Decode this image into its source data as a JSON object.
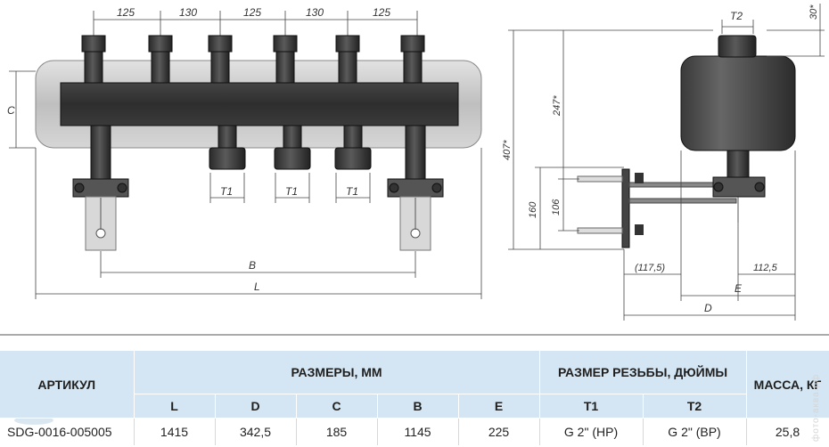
{
  "drawing": {
    "top_spacings": [
      "125",
      "130",
      "125",
      "130",
      "125"
    ],
    "front_labels": {
      "c": "C",
      "b": "B",
      "l": "L",
      "t1": "T1"
    },
    "side_labels": {
      "t2": "T2",
      "h30": "30*",
      "h247": "247*",
      "h407": "407*",
      "h160": "160",
      "h106": "106",
      "d1175": "(117,5)",
      "d1125": "112,5",
      "e": "E",
      "d": "D"
    }
  },
  "table": {
    "header": {
      "article": "АРТИКУЛ",
      "sizes": "РАЗМЕРЫ, ММ",
      "threads": "РАЗМЕР РЕЗЬБЫ, ДЮЙМЫ",
      "mass": "МАССА, КГ",
      "cols": [
        "L",
        "D",
        "C",
        "B",
        "E",
        "T1",
        "T2"
      ]
    },
    "row": {
      "article": "SDG-0016-005005",
      "values": [
        "1415",
        "342,5",
        "185",
        "1145",
        "225",
        "G 2\" (НР)",
        "G 2\" (ВР)"
      ],
      "mass": "25,8"
    }
  },
  "watermark": "фото-аква.рф",
  "icons": [
    "plumber-mascot-icon"
  ]
}
